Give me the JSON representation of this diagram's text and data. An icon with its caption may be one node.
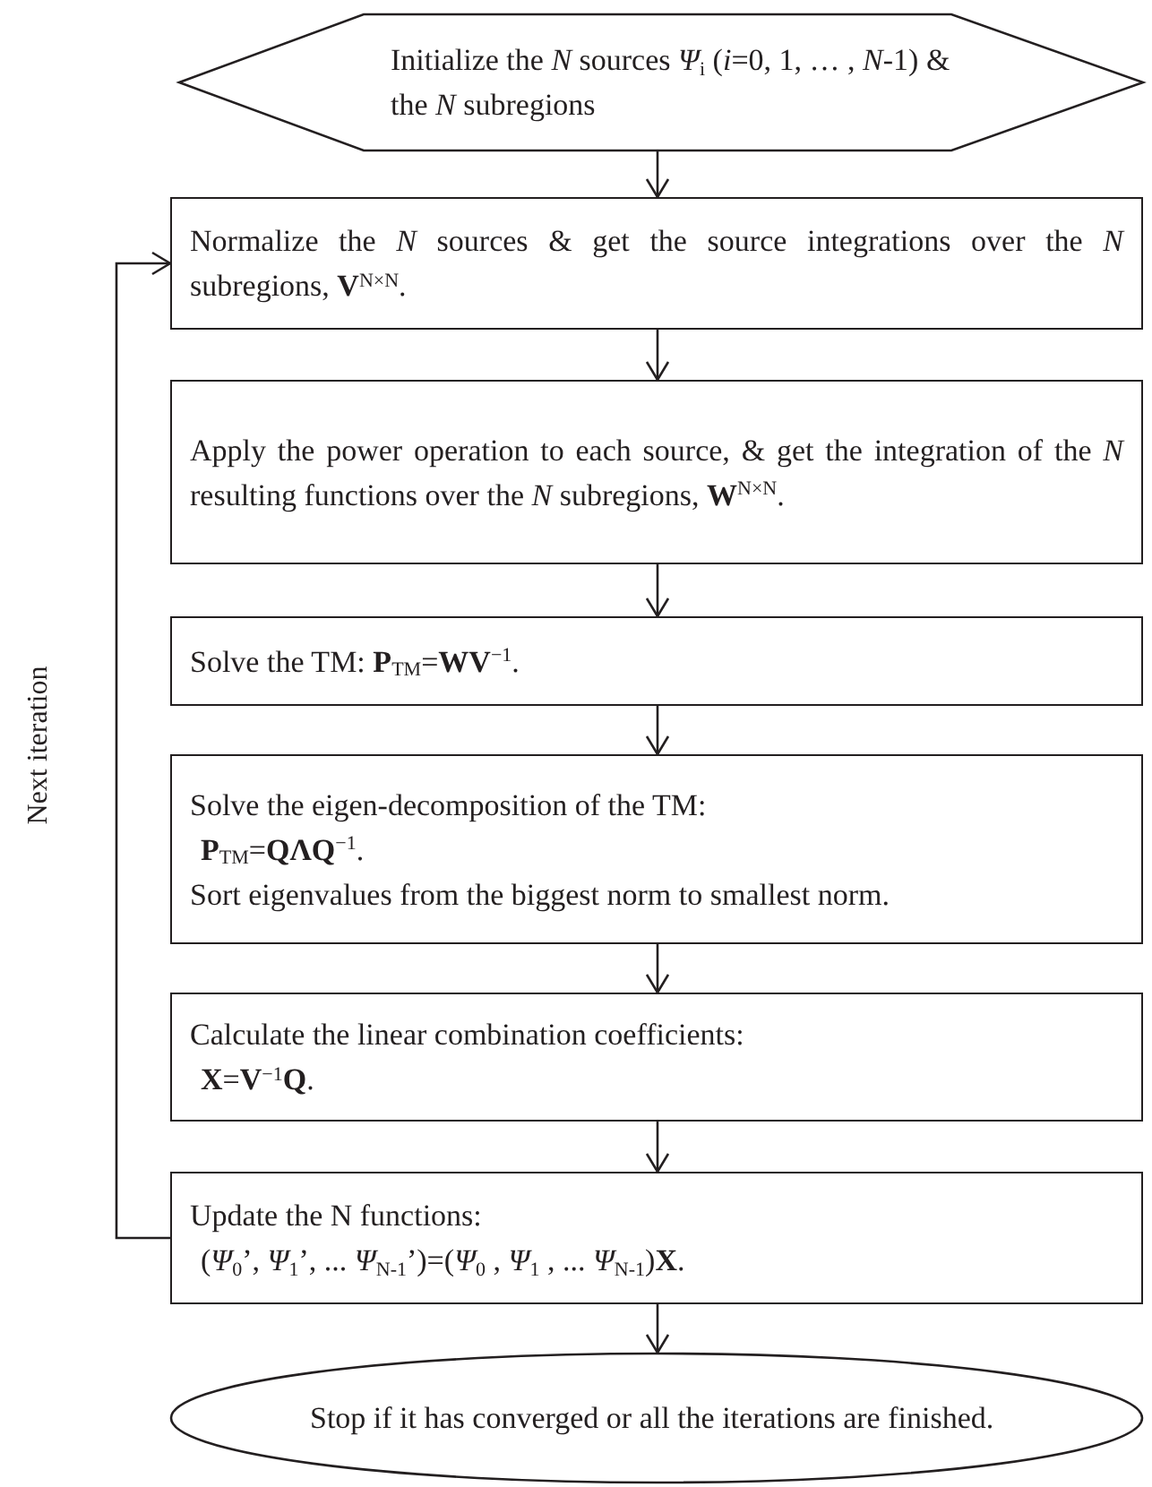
{
  "diagram": {
    "nodes": [
      {
        "text": [
          "Initialize the *N* sources *Ψ*$_{i}$ (*i*=0, 1, … , *N*-1) & the *N* subregions"
        ]
      },
      {
        "text": [
          "Normalize the *N* sources & get the source integrations over the *N* subregions, **V**$^{N×N}$."
        ]
      },
      {
        "text": [
          "Apply the power operation to each source, & get the integration of the *N* resulting functions over the *N* subregions, **W**$^{N×N}$."
        ]
      },
      {
        "text": [
          "Solve the TM: **P**$_{TM}$=**WV**$^{−1}$."
        ]
      },
      {
        "text": [
          "Solve the eigen-decomposition of the TM:",
          "**P**$_{TM}$=**QΛQ**$^{−1}$.",
          "Sort eigenvalues from the biggest norm to smallest norm."
        ]
      },
      {
        "text": [
          "Calculate the linear combination coefficients:",
          "**X**=**V**$^{−1}$**Q**."
        ]
      },
      {
        "text": [
          "Update the N functions:",
          "(*Ψ*$_{0}$’, *Ψ*$_{1}$’, ... *Ψ*$_{N-1}$’)=(*Ψ*$_{0}$ , *Ψ*$_{1}$ , ... *Ψ*$_{N-1}$)**X**."
        ]
      },
      {
        "text": [
          "Stop if it has converged or all the iterations are finished."
        ]
      }
    ],
    "edges": [
      {
        "from": 0,
        "to": 1,
        "arrow": "to"
      },
      {
        "from": 1,
        "to": 2,
        "arrow": "to"
      },
      {
        "from": 2,
        "to": 3,
        "arrow": "to"
      },
      {
        "from": 3,
        "to": 4,
        "arrow": "to"
      },
      {
        "from": 4,
        "to": 5,
        "arrow": "to"
      },
      {
        "from": 5,
        "to": 6,
        "arrow": "to"
      },
      {
        "from": 6,
        "to": 7,
        "arrow": "to"
      },
      {
        "from": 6,
        "to": 1,
        "arrow": "to",
        "label": "Next iteration"
      }
    ]
  }
}
